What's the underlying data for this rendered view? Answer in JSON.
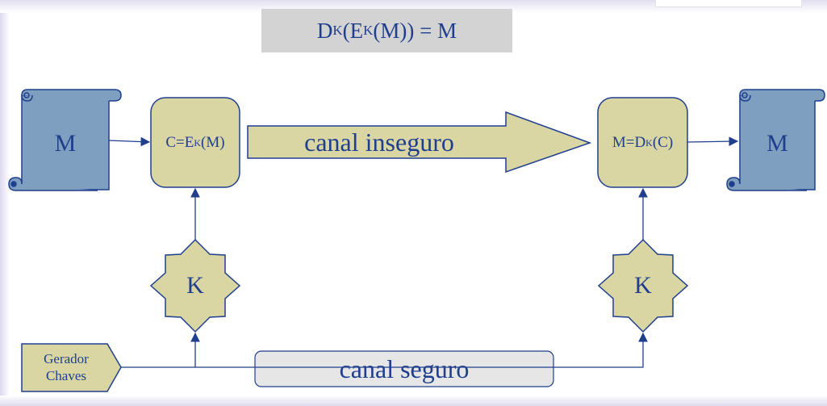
{
  "formula": {
    "d": "D",
    "k1": "K",
    "mid": "(E",
    "k2": "K",
    "end": "(M)) = M"
  },
  "left_doc": {
    "label": "M"
  },
  "right_doc": {
    "label": "M"
  },
  "encrypt_box": {
    "prefix": "C=E",
    "sub": "K",
    "suffix": "(M)"
  },
  "decrypt_box": {
    "prefix": "M=D",
    "sub": "K",
    "suffix": "(C)"
  },
  "insecure_channel": {
    "label": "canal inseguro"
  },
  "secure_channel": {
    "label": "canal seguro"
  },
  "left_key": {
    "label": "K"
  },
  "right_key": {
    "label": "K"
  },
  "key_generator": {
    "line1": "Gerador",
    "line2": "Chaves"
  },
  "colors": {
    "document": "#7e9fbf",
    "process_box": "#d9d6a4",
    "formula_bg": "#d3d3d3",
    "secure_channel_bg": "#e6e6e6",
    "text": "#1f3f8e",
    "line": "#1f3f8e"
  }
}
